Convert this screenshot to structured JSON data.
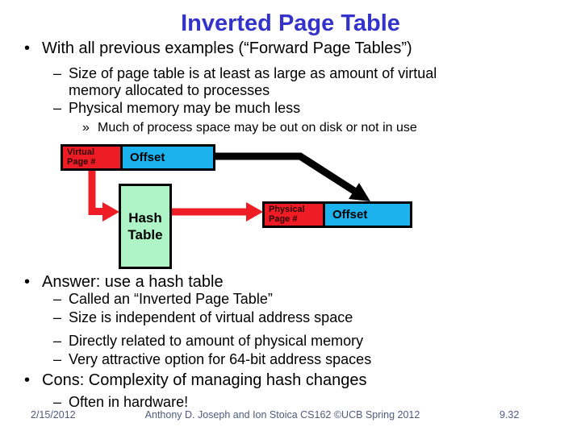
{
  "slide": {
    "title": "Inverted Page Table",
    "colors": {
      "title_blue": "#3333CC",
      "box_red": "#EE1C25",
      "box_cyan": "#1CB2EE",
      "box_mint": "#AFF4C6",
      "footer_slate": "#4F5B7E"
    },
    "bullets_top": [
      {
        "glyph": "•",
        "text": "With all previous examples (“Forward Page Tables”)"
      },
      {
        "glyph": "–",
        "text": "Size of page table is at least as large as amount of virtual\nmemory allocated to processes"
      },
      {
        "glyph": "–",
        "text": "Physical memory may be much less"
      },
      {
        "glyph": "»",
        "text": "Much of process space may be out on disk or not in use"
      }
    ],
    "diagram": {
      "virtual_label": "Virtual\nPage #",
      "virtual_offset_label": "Offset",
      "hash_label": "Hash\nTable",
      "physical_label": "Physical\nPage #",
      "physical_offset_label": "Offset"
    },
    "bullets_bottom": [
      {
        "glyph": "•",
        "text": "Answer: use a hash table"
      },
      {
        "glyph": "–",
        "text": "Called an “Inverted Page Table”"
      },
      {
        "glyph": "–",
        "text": "Size is independent of virtual address space"
      },
      {
        "glyph": "–",
        "text": "Directly related to amount of physical memory"
      },
      {
        "glyph": "–",
        "text": "Very attractive option for 64-bit address spaces"
      },
      {
        "glyph": "•",
        "text": "Cons: Complexity of managing hash changes"
      },
      {
        "glyph": "–",
        "text": "Often in hardware!"
      }
    ],
    "footer": {
      "date": "2/15/2012",
      "credit": "Anthony D. Joseph and Ion Stoica CS162 ©UCB Spring 2012",
      "page": "9.32"
    }
  }
}
